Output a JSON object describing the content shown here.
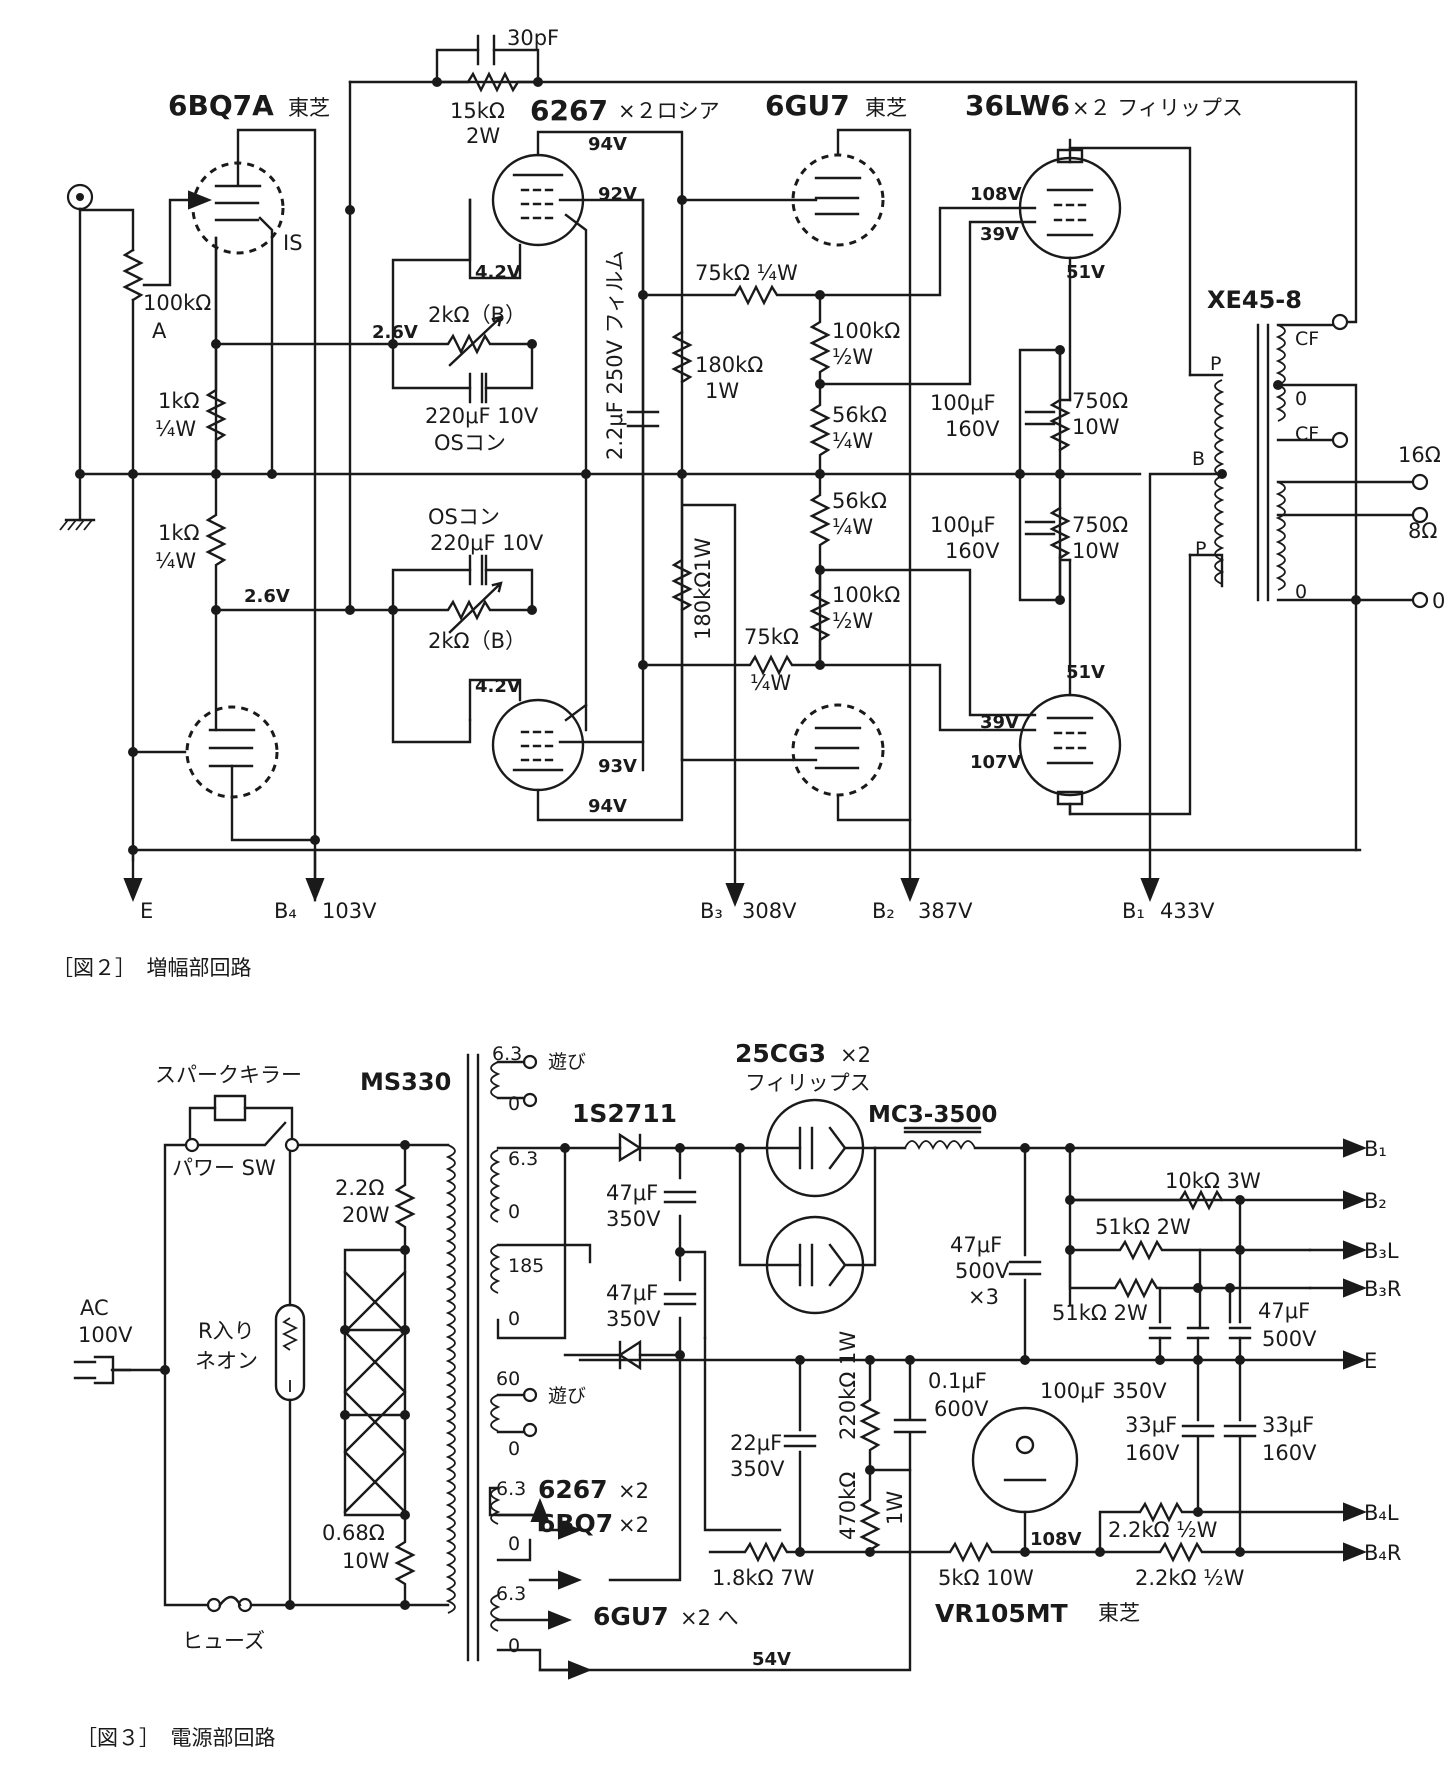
{
  "fig2": {
    "caption": "［図２］　増幅部回路",
    "tubes": {
      "v1": {
        "name": "6BQ7A",
        "maker": "東芝"
      },
      "v2": {
        "name": "6267",
        "qty": "×２ロシア"
      },
      "v3": {
        "name": "6GU7",
        "maker": "東芝"
      },
      "v4": {
        "name": "36LW6",
        "qty": "×２ フィリップス"
      }
    },
    "nfb_cap": "30pF",
    "nfb_res": [
      "15kΩ",
      "2W"
    ],
    "vr": [
      "100kΩ",
      "A"
    ],
    "is_label": "IS",
    "r_1k_a": [
      "1kΩ",
      "¼W"
    ],
    "r_1k_b": [
      "1kΩ",
      "¼W"
    ],
    "v_26_a": "2.6V",
    "v_26_b": "2.6V",
    "v_42_a": "4.2V",
    "v_42_b": "4.2V",
    "v_92": "92V",
    "v_94_a": "94V",
    "v_93": "93V",
    "v_94_b": "94V",
    "vr2_a": "2kΩ（B）",
    "vr2_b": "2kΩ（B）",
    "cap_os_a": [
      "220μF 10V",
      "OSコン"
    ],
    "cap_os_b": [
      "OSコン",
      "220μF 10V"
    ],
    "film_cap": "2.2μF 250V フィルム",
    "r_180k_a": [
      "180kΩ",
      "1W"
    ],
    "r_180k_b": "180kΩ1W",
    "r_75k_a": "75kΩ ¼W",
    "r_75k_b": [
      "75kΩ",
      "¼W"
    ],
    "r_100k_a": [
      "100kΩ",
      "½W"
    ],
    "r_56k_a": [
      "56kΩ",
      "¼W"
    ],
    "r_56k_b": [
      "56kΩ",
      "¼W"
    ],
    "r_100k_b": [
      "100kΩ",
      "½W"
    ],
    "cap_100u_a": [
      "100μF",
      "160V"
    ],
    "cap_100u_b": [
      "100μF",
      "160V"
    ],
    "r_750_a": [
      "750Ω",
      "10W"
    ],
    "r_750_b": [
      "750Ω",
      "10W"
    ],
    "v_108": "108V",
    "v_39_a": "39V",
    "v_51_a": "51V",
    "v_51_b": "51V",
    "v_39_b": "39V",
    "v_107": "107V",
    "ot": "XE45-8",
    "ot_taps": {
      "p1": "P",
      "b": "B",
      "p2": "P",
      "cf1": "CF",
      "zero1": "0",
      "cf2": "CF",
      "zero2": "0"
    },
    "outputs": [
      "16Ω",
      "8Ω",
      "0"
    ],
    "rails": {
      "e": "E",
      "b4": "B₄",
      "b4v": "103V",
      "b3": "B₃",
      "b3v": "308V",
      "b2": "B₂",
      "b2v": "387V",
      "b1": "B₁",
      "b1v": "433V"
    }
  },
  "fig3": {
    "caption": "［図３］　電源部回路",
    "spark": "スパークキラー",
    "power_sw": "パワー SW",
    "ac": [
      "AC",
      "100V"
    ],
    "neon": [
      "R入り",
      "ネオン"
    ],
    "fuse": "ヒューズ",
    "pt": "MS330",
    "r_22": [
      "2.2Ω",
      "20W"
    ],
    "r_068": [
      "0.68Ω",
      "10W"
    ],
    "taps": {
      "t1a": "6.3",
      "t1b": "遊び",
      "t1c": "0",
      "t2a": "6.3",
      "t2b": "0",
      "t2c": "185",
      "t2d": "0",
      "t3a": "60",
      "t3b": "遊び",
      "t3c": "0",
      "t4a": "6.3",
      "t4b": "0",
      "t5a": "6.3",
      "t5b": "0"
    },
    "diode": "1S2711",
    "rect": [
      "25CG3",
      "×2",
      "フィリップス"
    ],
    "choke": "MC3-3500",
    "c47_a": [
      "47μF",
      "350V"
    ],
    "c47_b": [
      "47μF",
      "350V"
    ],
    "c22": [
      "22μF",
      "350V"
    ],
    "r_18k": "1.8kΩ 7W",
    "r_220k": "220kΩ 1W",
    "r_470k": "470kΩ",
    "r_470k_w": "1W",
    "c_01": [
      "0.1μF",
      "600V"
    ],
    "c47_500": [
      "47μF",
      "500V",
      "×3"
    ],
    "r_10k": "10kΩ 3W",
    "r_51k_a": "51kΩ 2W",
    "r_51k_b": "51kΩ 2W",
    "c47_500b": [
      "47μF",
      "500V"
    ],
    "c100_350": "100μF 350V",
    "c33_a": [
      "33μF",
      "160V"
    ],
    "c33_b": [
      "33μF",
      "160V"
    ],
    "r_5k": "5kΩ 10W",
    "v_108": "108V",
    "r_22k_a": "2.2kΩ ½W",
    "r_22k_b": "2.2kΩ ½W",
    "vr105": "VR105MT",
    "vr105_maker": "東芝",
    "to_6267": "6267",
    "to_6267_qty": "×2",
    "to_6bq7": "6BQ7",
    "to_6bq7_qty": "×2",
    "to_6gu7": "6GU7",
    "to_6gu7_qty": "×2 へ",
    "v_54": "54V",
    "outs": {
      "b1": "B₁",
      "b2": "B₂",
      "b3l": "B₃L",
      "b3r": "B₃R",
      "e": "E",
      "b4l": "B₄L",
      "b4r": "B₄R"
    }
  }
}
